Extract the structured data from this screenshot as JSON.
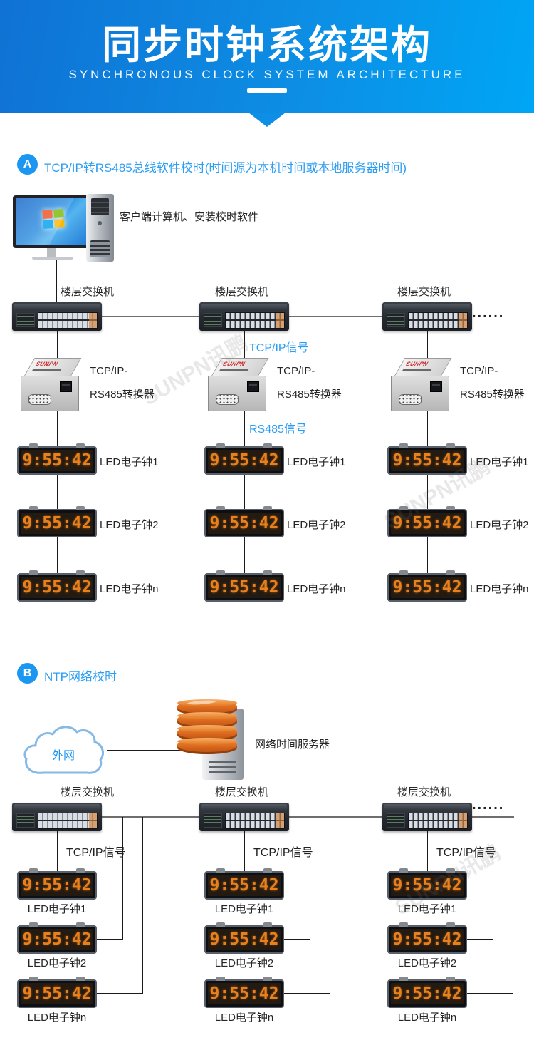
{
  "header": {
    "title": "同步时钟系统架构",
    "subtitle": "SYNCHRONOUS CLOCK SYSTEM ARCHITECTURE"
  },
  "clock_time": "9:55:42",
  "device_brand": "SUNPN",
  "watermark": "SUNPN讯鹏",
  "colors": {
    "header_gradient_start": "#0f72d4",
    "header_gradient_end": "#00a6f5",
    "accent_blue": "#2196f3",
    "led_digit_orange": "#e8801c",
    "database_orange": "#d8651d"
  },
  "section_a": {
    "badge": "A",
    "title": "TCP/IP转RS485总线软件校时(时间源为本机时间或本地服务器时间)",
    "computer_label": "客户端计算机、安装校时软件",
    "switch_label": "楼层交换机",
    "dots": "......",
    "signal_tcpip": "TCP/IP信号",
    "signal_rs485": "RS485信号",
    "converter_line1": "TCP/IP-",
    "converter_line2": "RS485转换器",
    "clock_labels": [
      "LED电子钟1",
      "LED电子钟2",
      "LED电子钟n"
    ]
  },
  "section_b": {
    "badge": "B",
    "title": "NTP网络校时",
    "cloud_label": "外网",
    "server_label": "网络时间服务器",
    "switch_label": "楼层交换机",
    "dots": "......",
    "signal_tcpip": "TCP/IP信号",
    "clock_labels": [
      "LED电子钟1",
      "LED电子钟2",
      "LED电子钟n"
    ]
  }
}
